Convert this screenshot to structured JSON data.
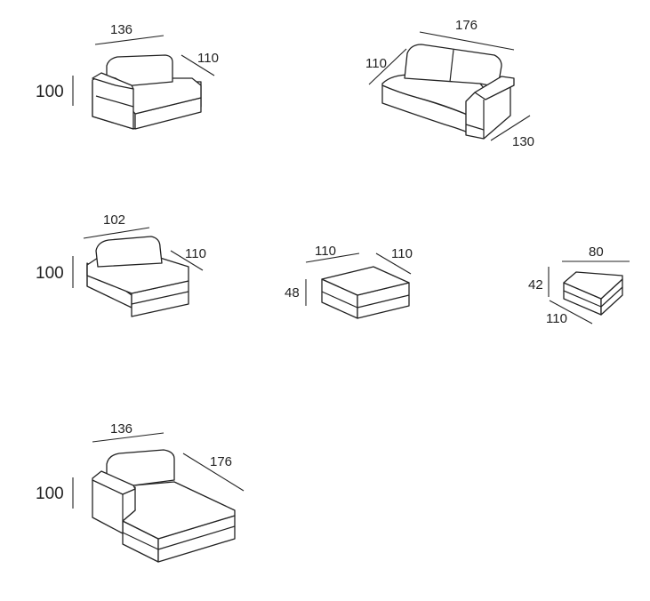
{
  "modules": [
    {
      "name": "armchair-left-arm",
      "width": "136",
      "depth": "110",
      "height": "100"
    },
    {
      "name": "two-seat-curved",
      "width": "176",
      "depth_left": "110",
      "depth_right": "130"
    },
    {
      "name": "armless-seat",
      "width": "102",
      "depth": "110",
      "height": "100"
    },
    {
      "name": "ottoman",
      "width": "110",
      "depth": "110",
      "height": "48"
    },
    {
      "name": "corner-wedge",
      "width": "80",
      "depth": "110",
      "height": "42"
    },
    {
      "name": "chaise-longue",
      "width": "136",
      "depth": "176",
      "height": "100"
    }
  ]
}
